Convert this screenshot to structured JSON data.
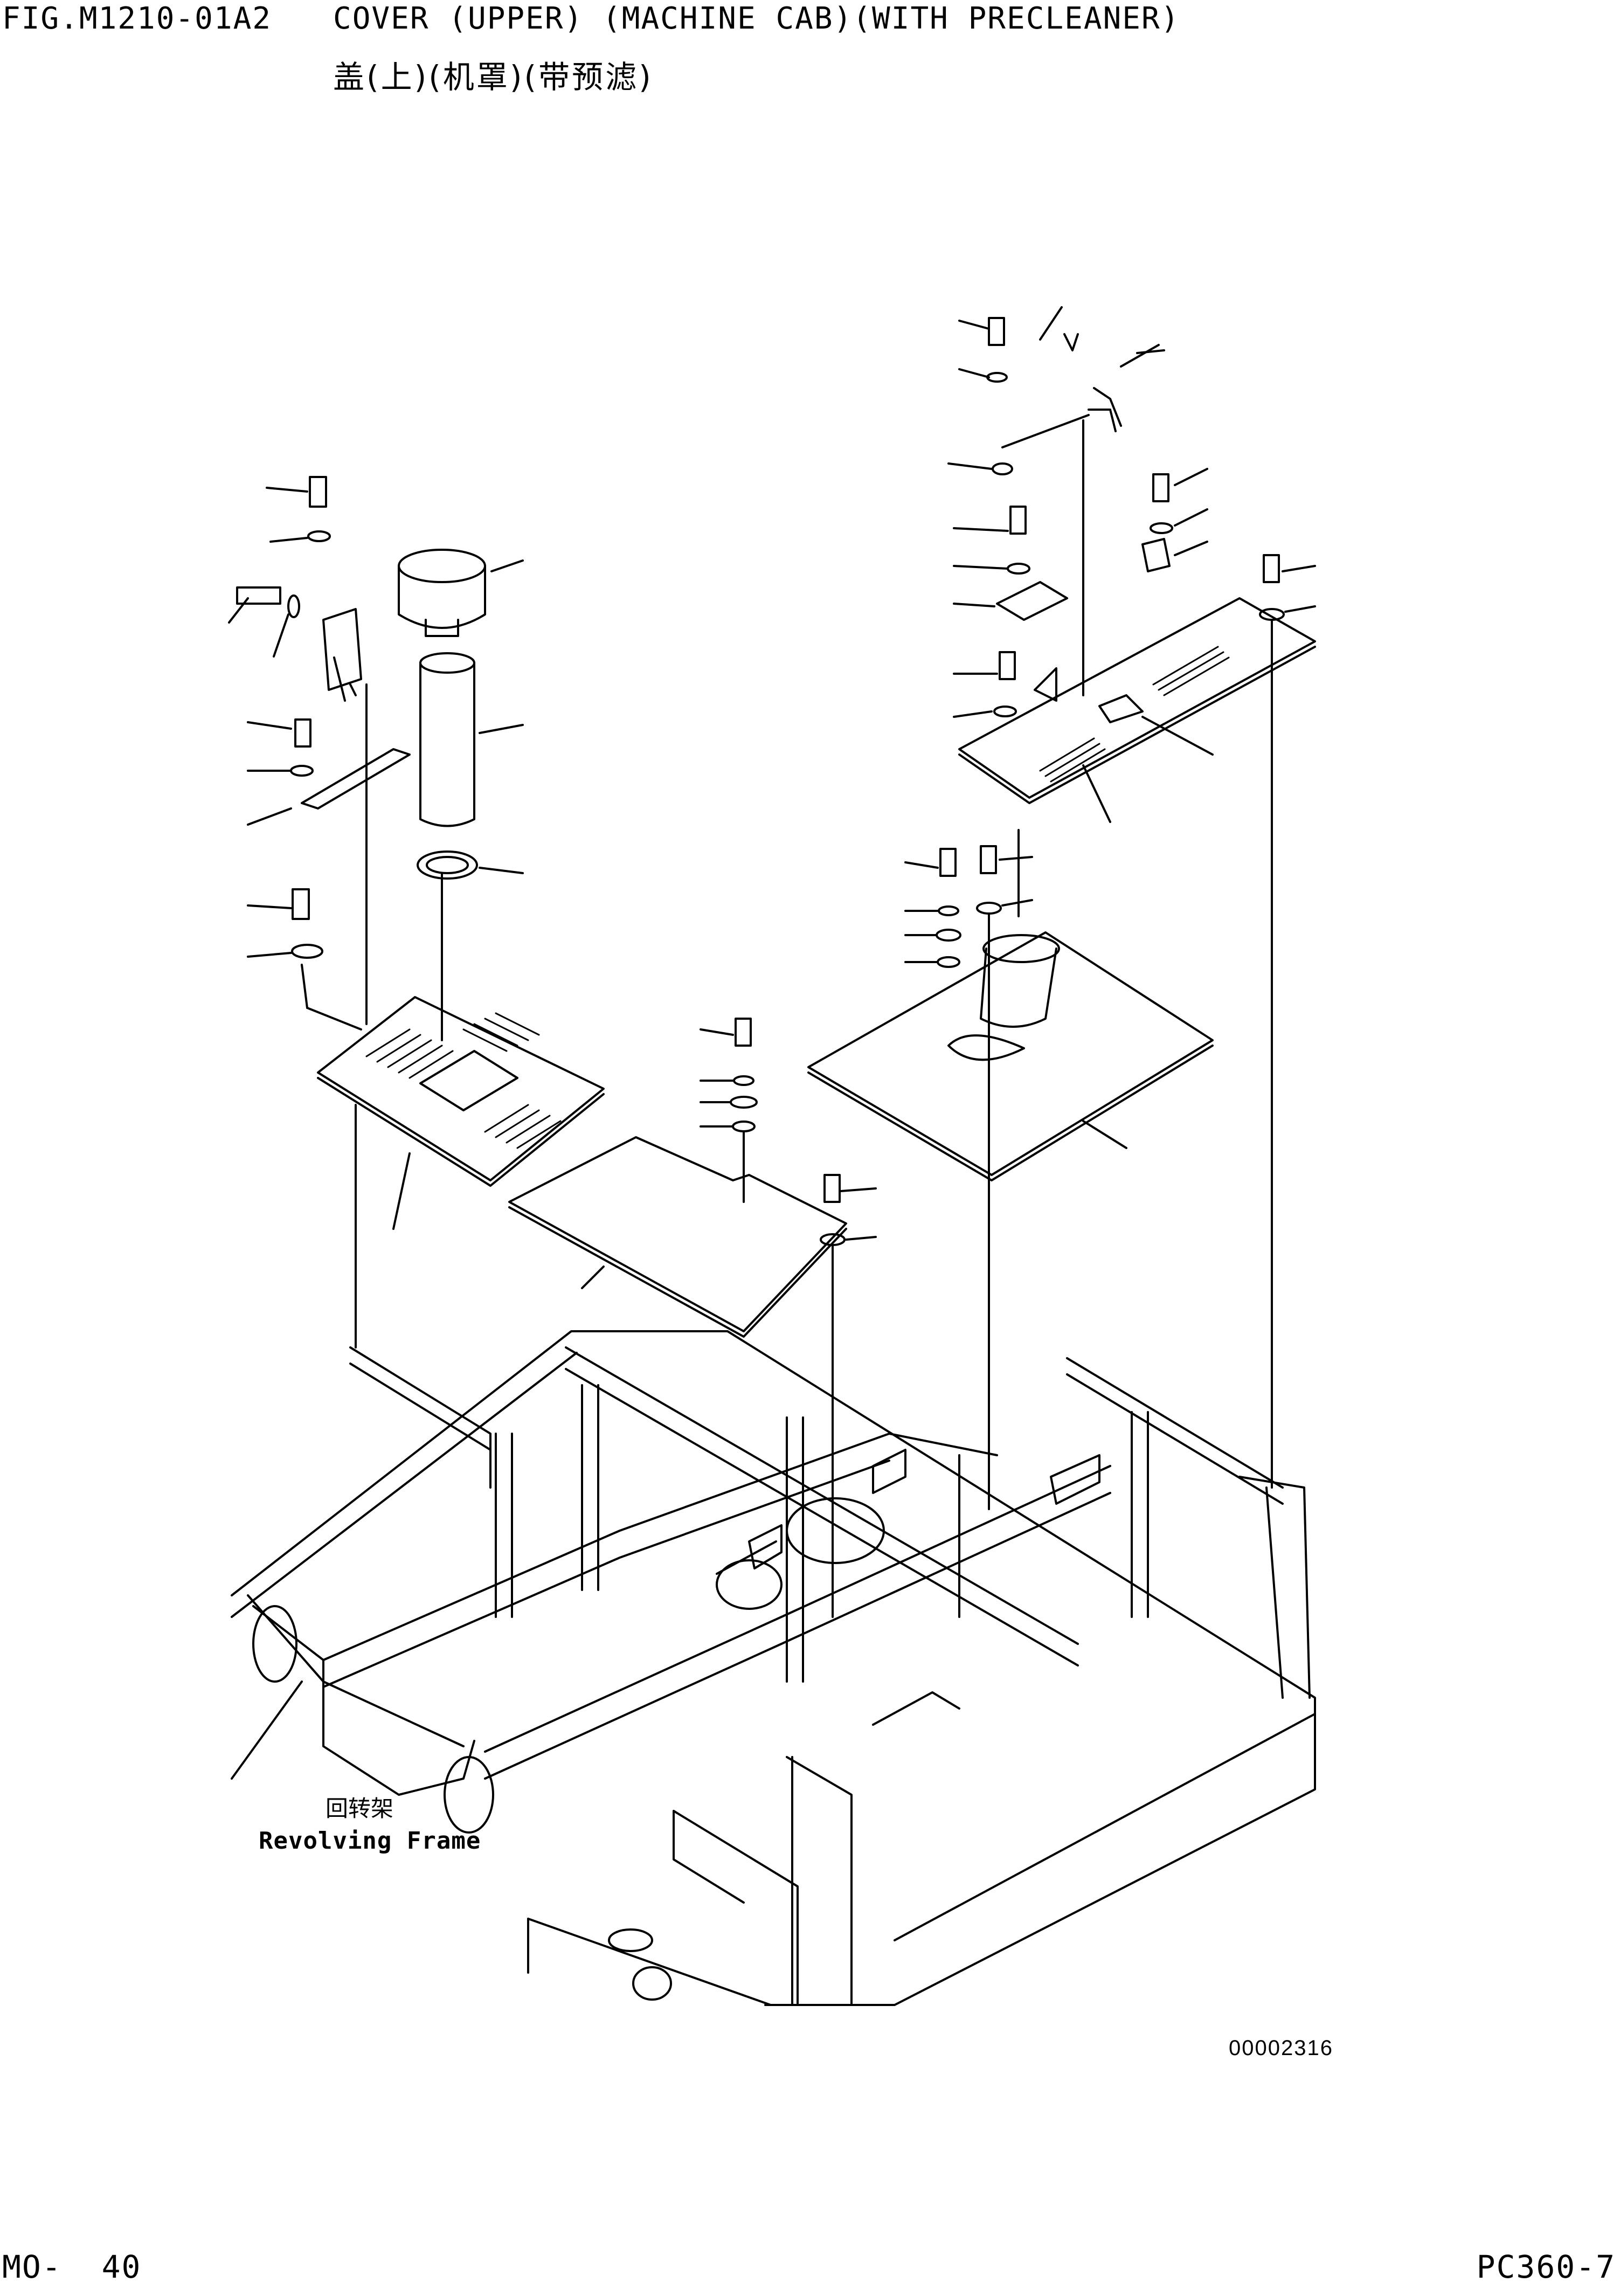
{
  "header": {
    "figure_code": "FIG.M1210-01A2",
    "title_en": "COVER (UPPER) (MACHINE CAB)(WITH PRECLEANER)",
    "title_cn": "盖(上)(机罩)(带预滤)"
  },
  "diagram": {
    "callout_cn": "回转架",
    "callout_en": "Revolving Frame",
    "drawing_number": "00002316"
  },
  "footer": {
    "page_number": "MO-  40",
    "model": "PC360-7"
  }
}
